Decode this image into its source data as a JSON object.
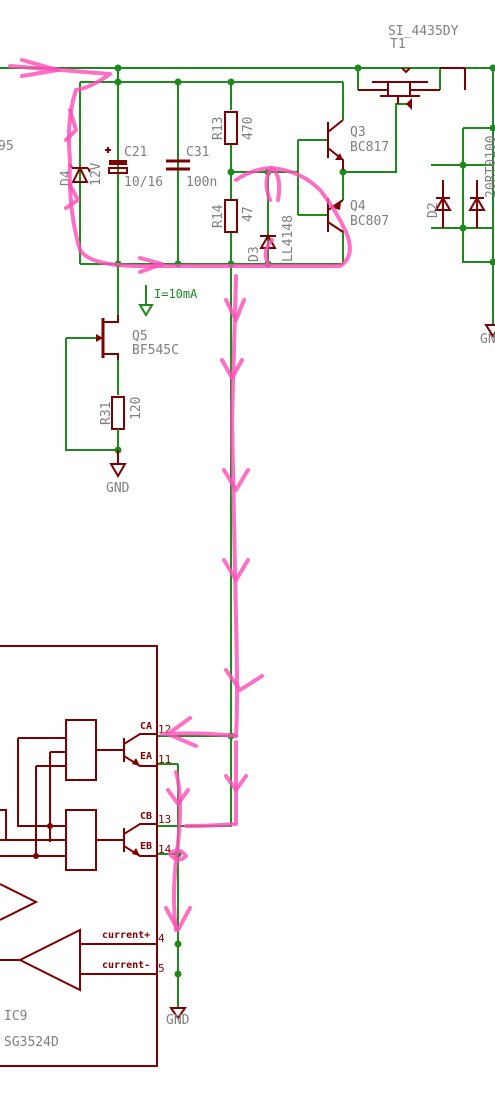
{
  "colors": {
    "wire": "#1e8a1e",
    "component": "#7f0000",
    "label": "#7f7f7f",
    "highlight": "#ff4fb8",
    "background": "#ffffff"
  },
  "mosfet": {
    "part": "SI_4435DY",
    "ref": "T1"
  },
  "q3": {
    "ref": "Q3",
    "part": "BC817"
  },
  "q4": {
    "ref": "Q4",
    "part": "BC807"
  },
  "r13": {
    "ref": "R13",
    "value": "470"
  },
  "r14": {
    "ref": "R14",
    "value": "47"
  },
  "d3": {
    "ref": "D3",
    "part": "LL4148"
  },
  "d4": {
    "ref": "D4",
    "part": "12V"
  },
  "c21": {
    "ref": "C21",
    "value": "10/16"
  },
  "c31": {
    "ref": "C31",
    "value": "100n"
  },
  "q5": {
    "ref": "Q5",
    "part": "BF545C"
  },
  "r31": {
    "ref": "R31",
    "value": "120"
  },
  "d2": {
    "ref": "D2",
    "part": "20RT0100"
  },
  "current_note": "I=10mA",
  "gnd_label": "GND",
  "left_partial": "95",
  "ic9": {
    "ref": "IC9",
    "part": "SG3524D",
    "pins": [
      {
        "name": "CA",
        "num": "12"
      },
      {
        "name": "EA",
        "num": "11"
      },
      {
        "name": "CB",
        "num": "13"
      },
      {
        "name": "EB",
        "num": "14"
      },
      {
        "name": "current+",
        "num": "4"
      },
      {
        "name": "current-",
        "num": "5"
      }
    ]
  }
}
